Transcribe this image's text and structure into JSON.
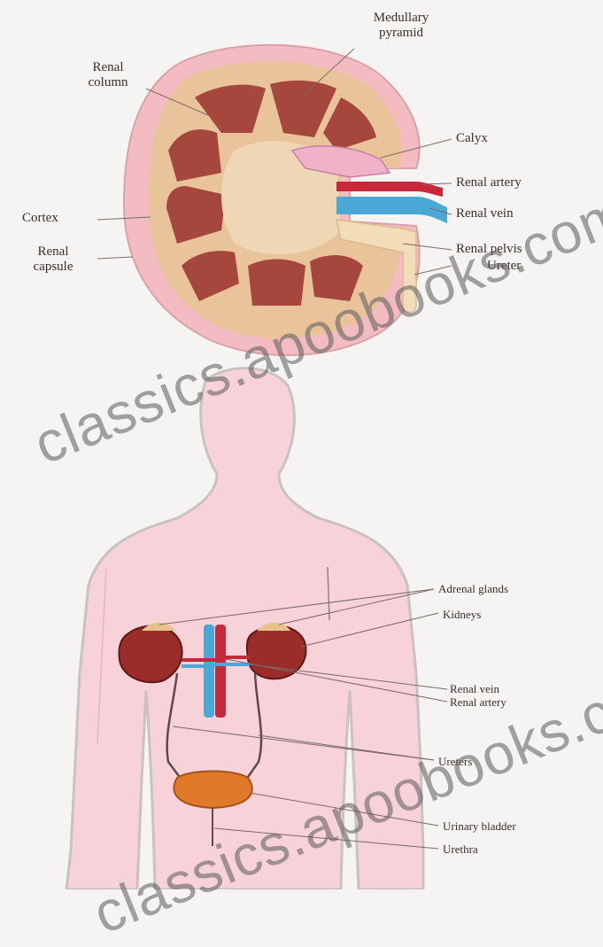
{
  "kidney_section": {
    "labels": {
      "medullary_pyramid": "Medullary\npyramid",
      "renal_column": "Renal\ncolumn",
      "calyx": "Calyx",
      "renal_artery": "Renal artery",
      "renal_vein": "Renal vein",
      "cortex": "Cortex",
      "renal_capsule": "Renal\ncapsule",
      "renal_pelvis": "Renal pelvis",
      "ureter": "Ureter"
    }
  },
  "body_figure": {
    "labels": {
      "adrenal_glands": "Adrenal glands",
      "kidneys": "Kidneys",
      "renal_vein": "Renal vein",
      "renal_artery": "Renal artery",
      "ureters": "Ureters",
      "urinary_bladder": "Urinary bladder",
      "urethra": "Urethra"
    }
  },
  "watermarks": [
    "classics.apoobooks.com",
    "classics.apoobooks.com"
  ],
  "colors": {
    "background": "#f6f4f2",
    "body_fill": "#f7d2d9",
    "body_outline": "#c9c2c0",
    "kidney_capsule": "#f3bcc2",
    "kidney_cortex": "#e9c39a",
    "pyramid": "#a5473c",
    "artery": "#c8283a",
    "vein": "#4aa8d6",
    "bladder": "#e07a2a"
  }
}
